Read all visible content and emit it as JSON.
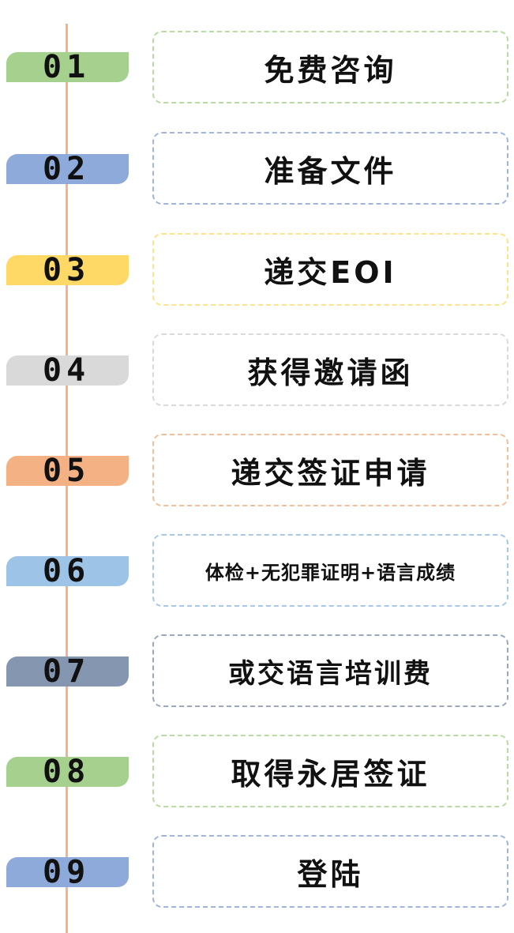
{
  "steps": [
    {
      "number": "01",
      "label": "免费咨询",
      "tab_color": "#a6d08e",
      "border_color": "#b8dba4"
    },
    {
      "number": "02",
      "label": "准备文件",
      "tab_color": "#8eaadb",
      "border_color": "#9fb5dd"
    },
    {
      "number": "03",
      "label": "递交EOI",
      "tab_color": "#ffd966",
      "border_color": "#ffe38a"
    },
    {
      "number": "04",
      "label": "获得邀请函",
      "tab_color": "#d9d9d9",
      "border_color": "#d9d9d9"
    },
    {
      "number": "05",
      "label": "递交签证申请",
      "tab_color": "#f4b183",
      "border_color": "#f4be98"
    },
    {
      "number": "06",
      "label": "体检+无犯罪证明+语言成绩",
      "tab_color": "#9dc3e6",
      "border_color": "#a9c7e6"
    },
    {
      "number": "07",
      "label": "或交语言培训费",
      "tab_color": "#8496b0",
      "border_color": "#9aa8bd"
    },
    {
      "number": "08",
      "label": "取得永居签证",
      "tab_color": "#a6d08e",
      "border_color": "#b8dba4"
    },
    {
      "number": "09",
      "label": "登陆",
      "tab_color": "#8eaadb",
      "border_color": "#9fb5dd"
    }
  ],
  "timeline_color": "#f2b48c"
}
